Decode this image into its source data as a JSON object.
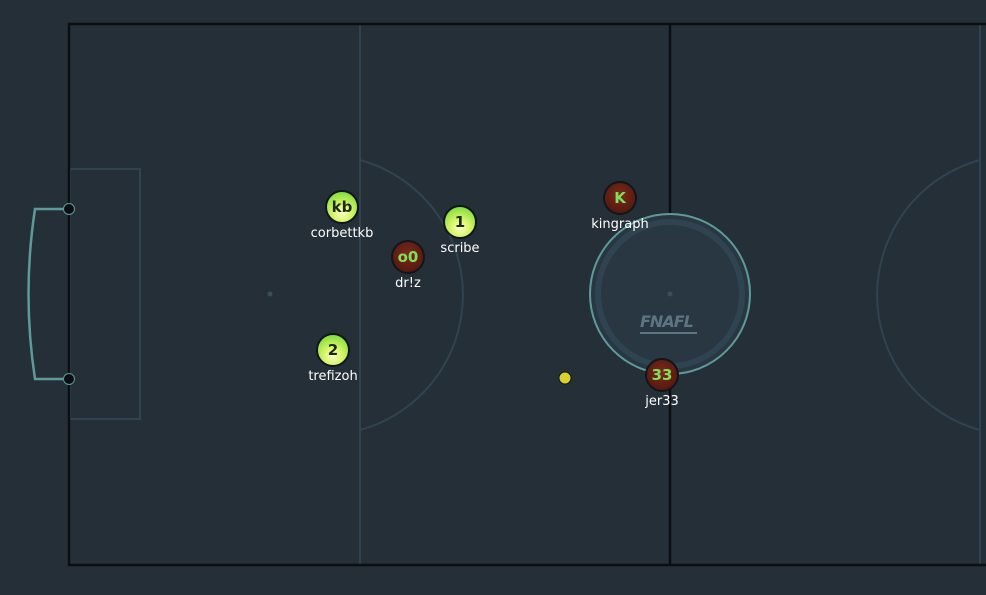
{
  "logo_text": "FNAFL",
  "colors": {
    "background": "#242f38",
    "field_line": "#0b0f12",
    "inner_line": "#31434f",
    "goal_line": "#5f9a9a",
    "center_ring": "#5f9a9a",
    "team_green": "#5fd42c",
    "team_red": "#5a1a10",
    "ball": "#d8d22a"
  },
  "players": [
    {
      "id": "corbettkb",
      "avatar": "kb",
      "name": "corbettkb",
      "team": "green"
    },
    {
      "id": "scribe",
      "avatar": "1",
      "name": "scribe",
      "team": "green"
    },
    {
      "id": "trefizoh",
      "avatar": "2",
      "name": "trefizoh",
      "team": "green"
    },
    {
      "id": "driz",
      "avatar": "o0",
      "name": "dr!z",
      "team": "red"
    },
    {
      "id": "kingraph",
      "avatar": "K",
      "name": "kingraph",
      "team": "red"
    },
    {
      "id": "jer33",
      "avatar": "33",
      "name": "jer33",
      "team": "red"
    }
  ]
}
